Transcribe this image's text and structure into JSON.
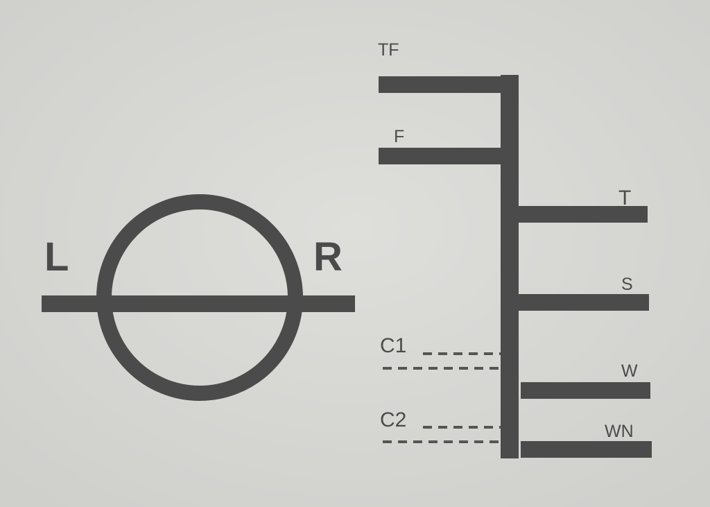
{
  "diagram": {
    "colors": {
      "background": "#d8d8d5",
      "ink": "#4b4b4b"
    },
    "deck_line_mark": {
      "left_label": "L",
      "right_label": "R"
    },
    "load_lines": [
      {
        "id": "tf",
        "label": "TF"
      },
      {
        "id": "f",
        "label": "F"
      },
      {
        "id": "t",
        "label": "T"
      },
      {
        "id": "s",
        "label": "S"
      },
      {
        "id": "w",
        "label": "W"
      },
      {
        "id": "wn",
        "label": "WN"
      }
    ],
    "dashed_marks": [
      {
        "id": "c1",
        "label": "C1"
      },
      {
        "id": "c2",
        "label": "C2"
      }
    ]
  }
}
